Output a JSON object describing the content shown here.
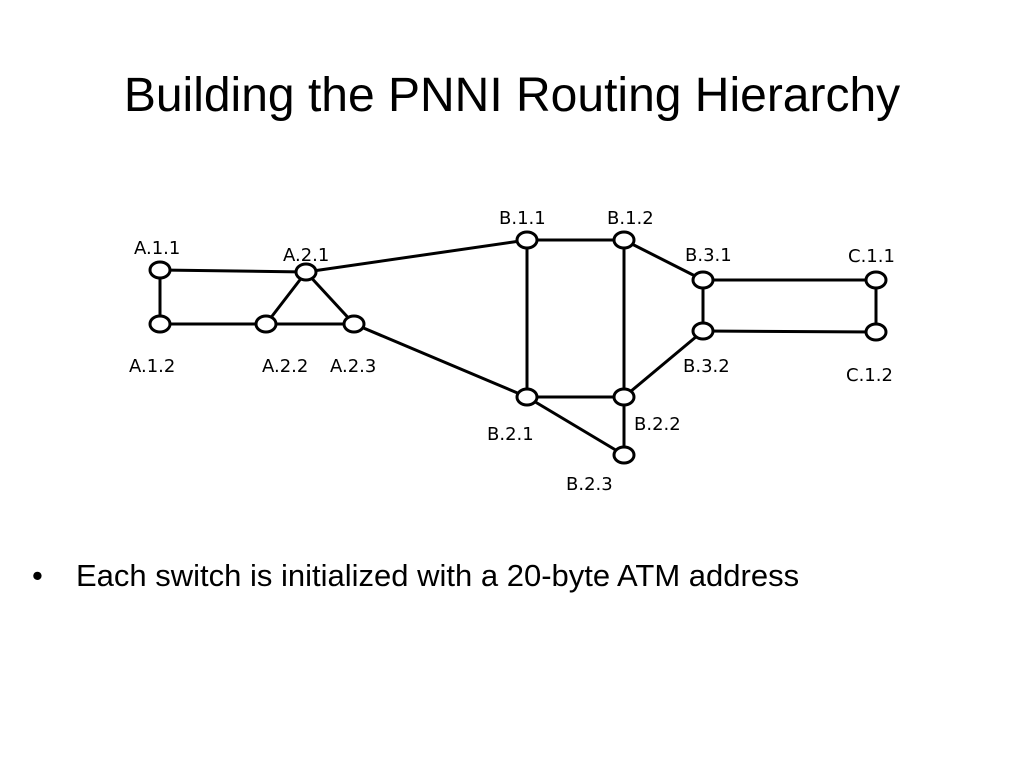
{
  "title": "Building the PNNI Routing Hierarchy",
  "diagram": {
    "nodes": [
      {
        "id": "A.1.1",
        "label": "A.1.1"
      },
      {
        "id": "A.1.2",
        "label": "A.1.2"
      },
      {
        "id": "A.2.1",
        "label": "A.2.1"
      },
      {
        "id": "A.2.2",
        "label": "A.2.2"
      },
      {
        "id": "A.2.3",
        "label": "A.2.3"
      },
      {
        "id": "B.1.1",
        "label": "B.1.1"
      },
      {
        "id": "B.1.2",
        "label": "B.1.2"
      },
      {
        "id": "B.2.1",
        "label": "B.2.1"
      },
      {
        "id": "B.2.2",
        "label": "B.2.2"
      },
      {
        "id": "B.2.3",
        "label": "B.2.3"
      },
      {
        "id": "B.3.1",
        "label": "B.3.1"
      },
      {
        "id": "B.3.2",
        "label": "B.3.2"
      },
      {
        "id": "C.1.1",
        "label": "C.1.1"
      },
      {
        "id": "C.1.2",
        "label": "C.1.2"
      }
    ],
    "links": [
      [
        "A.1.1",
        "A.2.1"
      ],
      [
        "A.1.1",
        "A.1.2"
      ],
      [
        "A.1.2",
        "A.2.2"
      ],
      [
        "A.2.1",
        "A.2.2"
      ],
      [
        "A.2.1",
        "A.2.3"
      ],
      [
        "A.2.2",
        "A.2.3"
      ],
      [
        "A.2.1",
        "B.1.1"
      ],
      [
        "A.2.3",
        "B.2.1"
      ],
      [
        "B.1.1",
        "B.1.2"
      ],
      [
        "B.1.1",
        "B.2.1"
      ],
      [
        "B.1.2",
        "B.2.2"
      ],
      [
        "B.2.1",
        "B.2.2"
      ],
      [
        "B.2.1",
        "B.2.3"
      ],
      [
        "B.2.2",
        "B.2.3"
      ],
      [
        "B.1.2",
        "B.3.1"
      ],
      [
        "B.2.2",
        "B.3.2"
      ],
      [
        "B.3.1",
        "B.3.2"
      ],
      [
        "B.3.1",
        "C.1.1"
      ],
      [
        "B.3.2",
        "C.1.2"
      ],
      [
        "C.1.1",
        "C.1.2"
      ]
    ]
  },
  "bullets": [
    {
      "marker": "•",
      "text": "Each switch is initialized with a 20-byte ATM address"
    }
  ]
}
